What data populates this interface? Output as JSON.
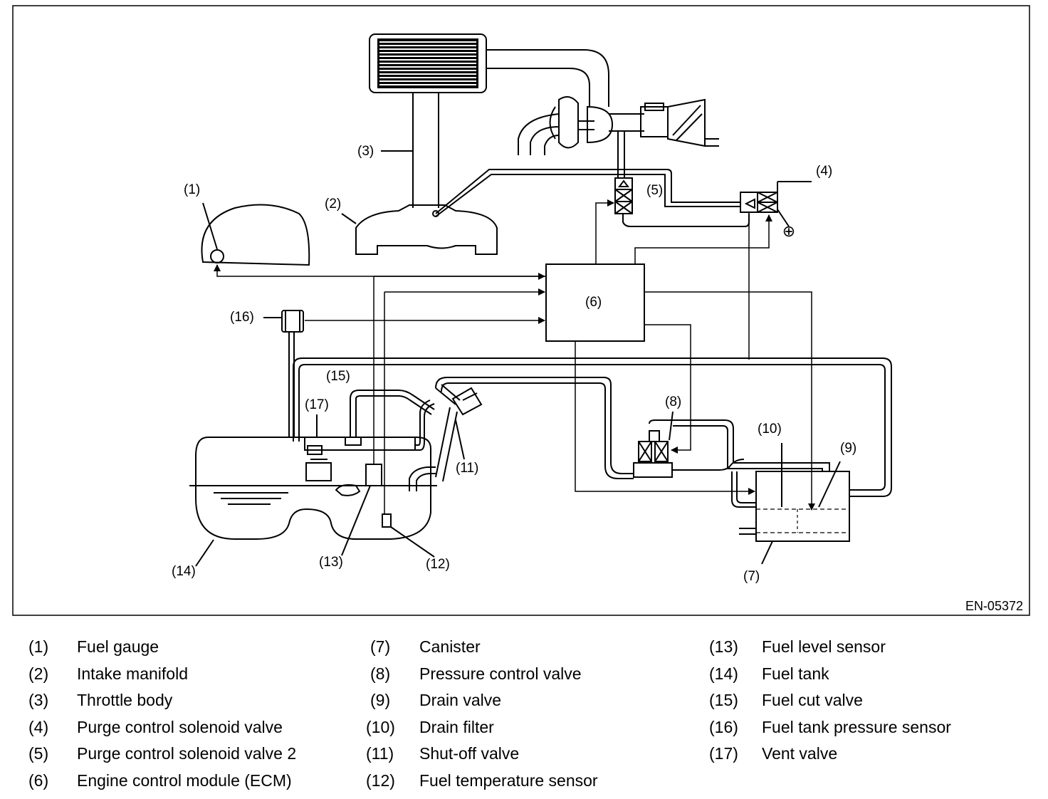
{
  "figure_id": "EN-05372",
  "callouts": {
    "c1": "(1)",
    "c2": "(2)",
    "c3": "(3)",
    "c4": "(4)",
    "c5": "(5)",
    "c6": "(6)",
    "c7": "(7)",
    "c8": "(8)",
    "c9": "(9)",
    "c10": "(10)",
    "c11": "(11)",
    "c12": "(12)",
    "c13": "(13)",
    "c14": "(14)",
    "c15": "(15)",
    "c16": "(16)",
    "c17": "(17)"
  },
  "battery_symbol": "⊕",
  "legend": [
    [
      {
        "num": "(1)",
        "label": "Fuel gauge"
      },
      {
        "num": "(2)",
        "label": "Intake manifold"
      },
      {
        "num": "(3)",
        "label": "Throttle body"
      },
      {
        "num": "(4)",
        "label": "Purge control solenoid valve"
      },
      {
        "num": "(5)",
        "label": "Purge control solenoid valve 2"
      },
      {
        "num": "(6)",
        "label": "Engine control module (ECM)"
      }
    ],
    [
      {
        "num": "(7)",
        "label": "Canister"
      },
      {
        "num": "(8)",
        "label": "Pressure control valve"
      },
      {
        "num": "(9)",
        "label": "Drain valve"
      },
      {
        "num": "(10)",
        "label": "Drain filter"
      },
      {
        "num": "(11)",
        "label": "Shut-off valve"
      },
      {
        "num": "(12)",
        "label": "Fuel temperature sensor"
      }
    ],
    [
      {
        "num": "(13)",
        "label": "Fuel level sensor"
      },
      {
        "num": "(14)",
        "label": "Fuel tank"
      },
      {
        "num": "(15)",
        "label": "Fuel cut valve"
      },
      {
        "num": "(16)",
        "label": "Fuel tank pressure sensor"
      },
      {
        "num": "(17)",
        "label": "Vent valve"
      }
    ]
  ]
}
